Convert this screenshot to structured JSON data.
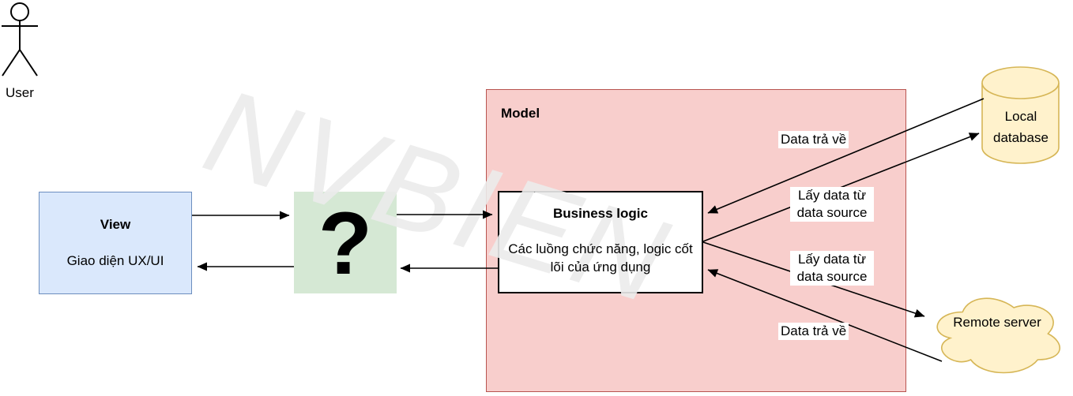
{
  "diagram": {
    "watermark": "NVBIEN",
    "actor": {
      "label": "User"
    },
    "nodes": {
      "view": {
        "title": "View",
        "subtitle": "Giao diện UX/UI"
      },
      "unknown": {
        "label": "?"
      },
      "model": {
        "title": "Model"
      },
      "business_logic": {
        "title": "Business logic",
        "subtitle": "Các luồng chức năng, logic cốt lõi của ứng dụng"
      },
      "local_database": {
        "label": "Local database"
      },
      "remote_server": {
        "label": "Remote server"
      }
    },
    "edge_labels": {
      "data_return_top": "Data trả về",
      "fetch_data_top": "Lấy data từ data source",
      "fetch_data_bottom": "Lấy data từ data source",
      "data_return_bottom": "Data trả về"
    },
    "colors": {
      "view_fill": "#dae8fc",
      "view_border": "#6c8ebf",
      "unknown_fill": "#d5e8d4",
      "model_fill": "#f8cecc",
      "model_border": "#b85450",
      "storage_fill": "#fff2cc",
      "storage_border": "#d6b656",
      "arrow": "#000000",
      "watermark": "#ececec"
    }
  }
}
